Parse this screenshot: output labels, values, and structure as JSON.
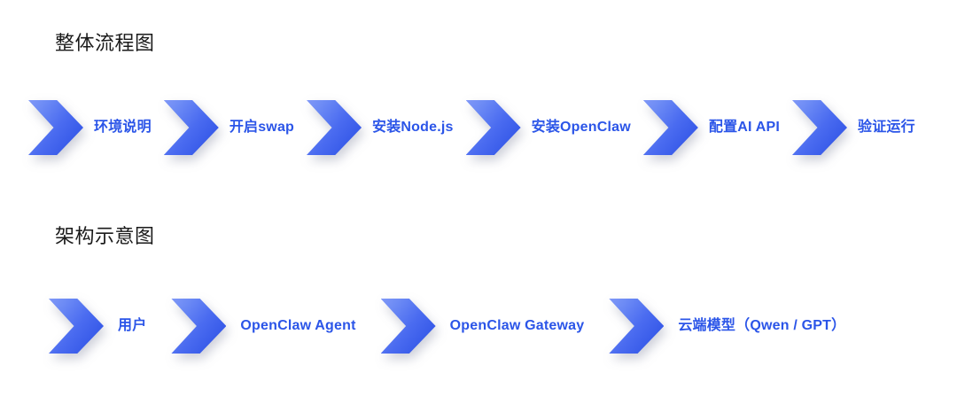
{
  "background_color": "#ffffff",
  "theme": {
    "accent_blue": "#2b55e8",
    "arrow_gradient_from": "#6e8cf5",
    "arrow_gradient_to": "#3558e8",
    "title_color": "#1a1a1a"
  },
  "sections": [
    {
      "id": "flow",
      "title": "整体流程图",
      "steps": [
        {
          "icon": "chevron-right-arrow",
          "label": "环境说明"
        },
        {
          "icon": "chevron-right-arrow",
          "label": "开启swap"
        },
        {
          "icon": "chevron-right-arrow",
          "label": "安装Node.js"
        },
        {
          "icon": "chevron-right-arrow",
          "label": "安装OpenClaw"
        },
        {
          "icon": "chevron-right-arrow",
          "label": "配置AI API"
        },
        {
          "icon": "chevron-right-arrow",
          "label": "验证运行"
        }
      ]
    },
    {
      "id": "arch",
      "title": "架构示意图",
      "steps": [
        {
          "icon": "chevron-right-arrow",
          "label": "用户"
        },
        {
          "icon": "chevron-right-arrow",
          "label": "OpenClaw Agent"
        },
        {
          "icon": "chevron-right-arrow",
          "label": "OpenClaw Gateway"
        },
        {
          "icon": "chevron-right-arrow",
          "label": "云端模型（Qwen / GPT）"
        }
      ]
    }
  ]
}
